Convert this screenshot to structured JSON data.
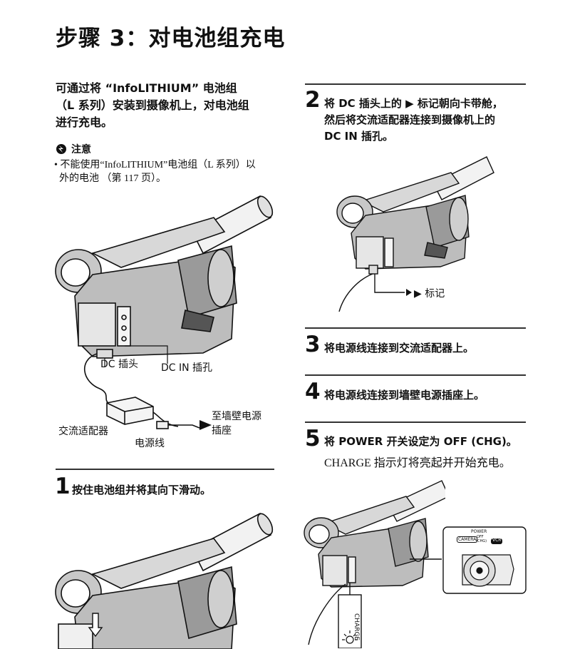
{
  "page_title": "步骤 3：对电池组充电",
  "intro": {
    "lines": [
      "可通过将 “InfoLITHIUM” 电池组",
      "（L 系列）安装到摄像机上，对电池组",
      "进行充电。"
    ]
  },
  "note": {
    "heading": "注意",
    "lines": [
      "• 不能使用“InfoLITHIUM”电池组（L 系列）以",
      "  外的电池 （第 117 页）。"
    ]
  },
  "figure1_labels": {
    "dc_plug": "DC 插头",
    "dc_in": "DC IN 插孔",
    "wall": "至墙壁电源",
    "wall2": "插座",
    "adaptor": "交流适配器",
    "cord": "电源线"
  },
  "steps": [
    {
      "number": "1",
      "lines": [
        "按住电池组并将其向下滑动。"
      ]
    },
    {
      "number": "2",
      "lines": [
        "将 DC 插头上的 ▶ 标记朝向卡带舱，",
        "然后将交流适配器连接到摄像机上的",
        "DC IN 插孔。"
      ]
    },
    {
      "number": "3",
      "lines": [
        "将电源线连接到交流适配器上。"
      ]
    },
    {
      "number": "4",
      "lines": [
        "将电源线连接到墙壁电源插座上。"
      ]
    },
    {
      "number": "5",
      "lines": [
        "将 POWER 开关设定为 OFF (CHG)。"
      ],
      "sub": "CHARGE 指示灯将亮起并开始充电。"
    }
  ],
  "step2_label": "▶ 标记",
  "power_switch": {
    "title": "POWER",
    "camera": "CAMERA",
    "off": "OFF",
    "chg": "(CHG)",
    "vcr": "VCR"
  },
  "charge_label": "CHARGE"
}
